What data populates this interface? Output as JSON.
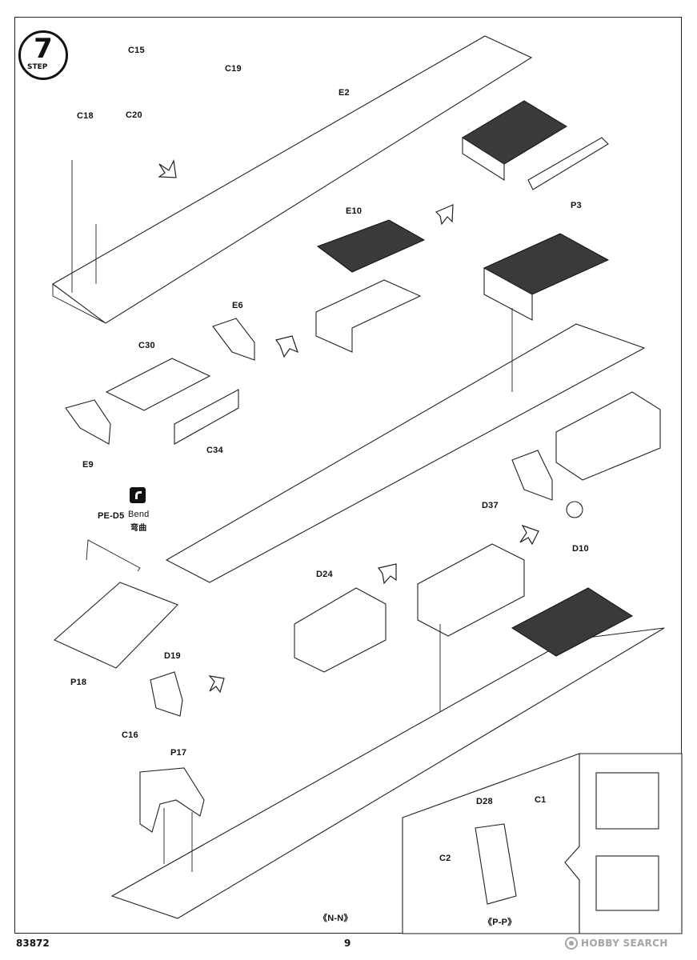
{
  "step": {
    "number": "7",
    "word": "STEP"
  },
  "labels": {
    "c15": "C15",
    "c19": "C19",
    "c20": "C20",
    "c18": "C18",
    "e2": "E2",
    "e10": "E10",
    "p3": "P3",
    "e6": "E6",
    "c30": "C30",
    "e9": "E9",
    "c34": "C34",
    "pe_d5": "PE-D5",
    "d37": "D37",
    "d10": "D10",
    "p18": "P18",
    "d24": "D24",
    "d19": "D19",
    "c16": "C16",
    "p17": "P17",
    "d28": "D28",
    "c1": "C1",
    "c2": "C2"
  },
  "bend": {
    "label_en": "Bend",
    "label_zh": "弯曲"
  },
  "sections": {
    "nn": "《N-N》",
    "pp": "《P-P》"
  },
  "footer": {
    "code": "83872",
    "page": "9"
  },
  "watermark": {
    "text": "HOBBY SEARCH"
  },
  "icons": {
    "bend": "bend-icon",
    "tank": "tank-icon",
    "watermark_logo": "hobbysearch-logo"
  }
}
